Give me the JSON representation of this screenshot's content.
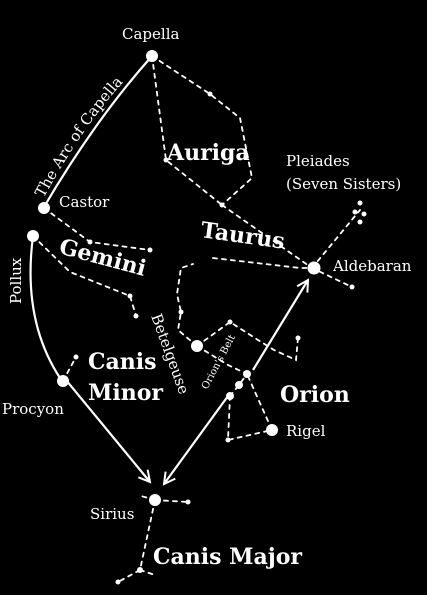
{
  "labels": {
    "capella": "Capella",
    "castor": "Castor",
    "pollux": "Pollux",
    "procyon": "Procyon",
    "sirius": "Sirius",
    "betelgeuse": "Betelgeuse",
    "rigel": "Rigel",
    "aldebaran": "Aldebaran",
    "pleiades_line1": "Pleiades",
    "pleiades_line2": "(Seven Sisters)",
    "orions_belt": "Orion's Belt",
    "arc_of_capella": "The Arc of Capella"
  },
  "constellations": {
    "auriga": "Auriga",
    "taurus": "Taurus",
    "gemini": "Gemini",
    "canis_minor_line1": "Canis",
    "canis_minor_line2": "Minor",
    "orion": "Orion",
    "canis_major": "Canis Major"
  },
  "colors": {
    "background": "#000000",
    "foreground": "#ffffff"
  }
}
